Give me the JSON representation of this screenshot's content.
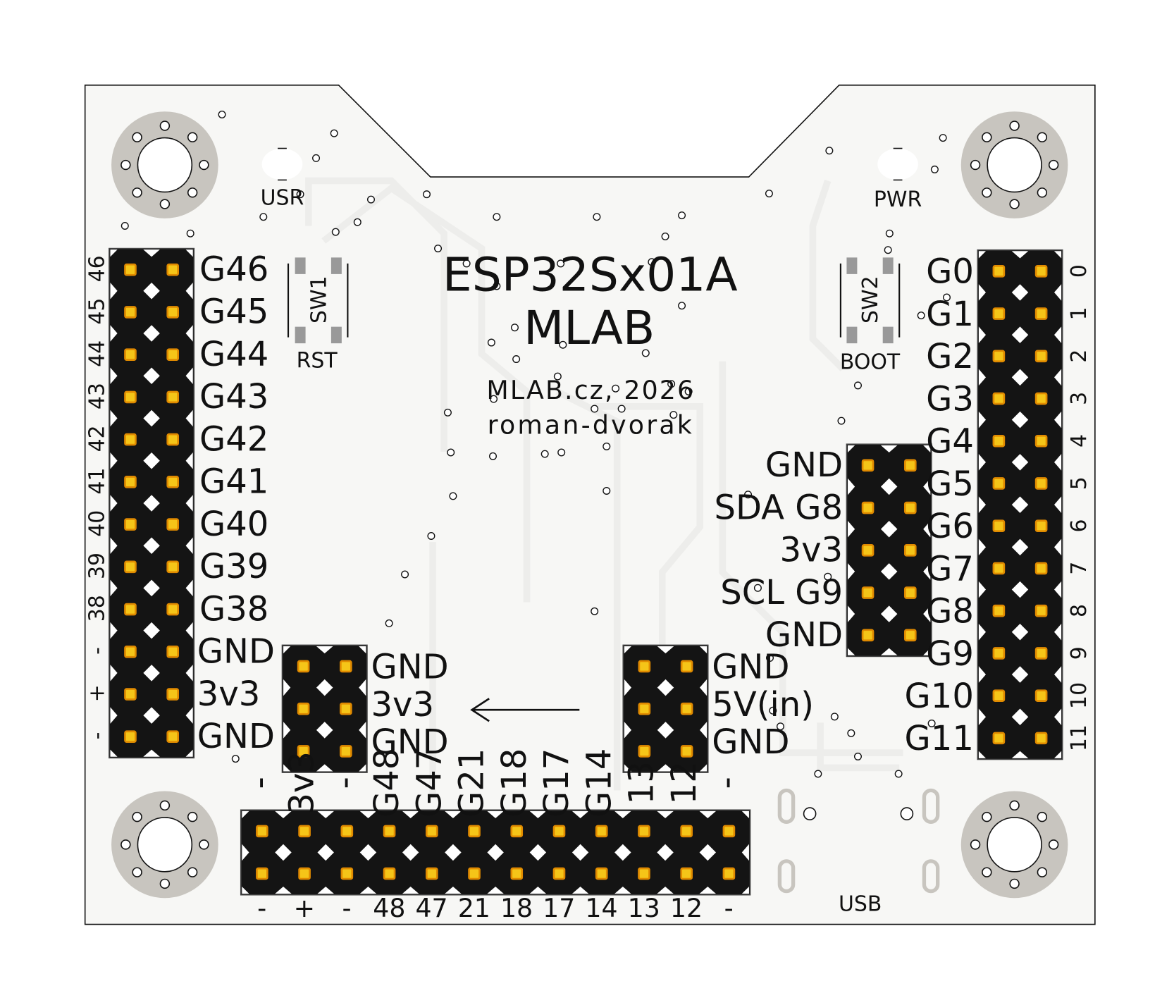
{
  "board": {
    "title": "ESP32Sx01A",
    "brand": "MLAB",
    "credit_line1": "MLAB.cz, 2026",
    "credit_line2": "roman-dvorak",
    "colors": {
      "board": "#f7f7f5",
      "mask": "#141414",
      "pad": "#f5c518",
      "pad_edge": "#e08a00",
      "ring": "#c8c5bf",
      "trace": "#ededeb"
    }
  },
  "leds": {
    "usr": "USR",
    "pwr": "PWR"
  },
  "switches": {
    "sw1": "SW1",
    "sw1_label": "RST",
    "sw2": "SW2",
    "sw2_label": "BOOT"
  },
  "left_header": {
    "labels": [
      "G46",
      "G45",
      "G44",
      "G43",
      "G42",
      "G41",
      "G40",
      "G39",
      "G38",
      "GND",
      "3v3",
      "GND"
    ],
    "numbers": [
      "46",
      "45",
      "44",
      "43",
      "42",
      "41",
      "40",
      "39",
      "38",
      "-",
      "+",
      "-"
    ]
  },
  "right_header": {
    "labels": [
      "G0",
      "G1",
      "G2",
      "G3",
      "G4",
      "G5",
      "G6",
      "G7",
      "G8",
      "G9",
      "G10",
      "G11"
    ],
    "numbers": [
      "0",
      "1",
      "2",
      "3",
      "4",
      "5",
      "6",
      "7",
      "8",
      "9",
      "10",
      "11"
    ]
  },
  "i2c_header": {
    "labels": [
      "GND",
      "SDA G8",
      "3v3",
      "SCL G9",
      "GND"
    ]
  },
  "power_out_header": {
    "labels": [
      "GND",
      "3v3",
      "GND"
    ]
  },
  "power_in_header": {
    "labels": [
      "GND",
      "5V(in)",
      "GND"
    ]
  },
  "bottom_header": {
    "top_labels": [
      "-",
      "3v3",
      "-",
      "G48",
      "G47",
      "G21",
      "G18",
      "G17",
      "G14",
      "13",
      "12",
      "-"
    ],
    "bottom_labels": [
      "-",
      "+",
      "-",
      "48",
      "47",
      "21",
      "18",
      "17",
      "14",
      "13",
      "12",
      "-"
    ]
  },
  "usb": {
    "label": "USB"
  }
}
